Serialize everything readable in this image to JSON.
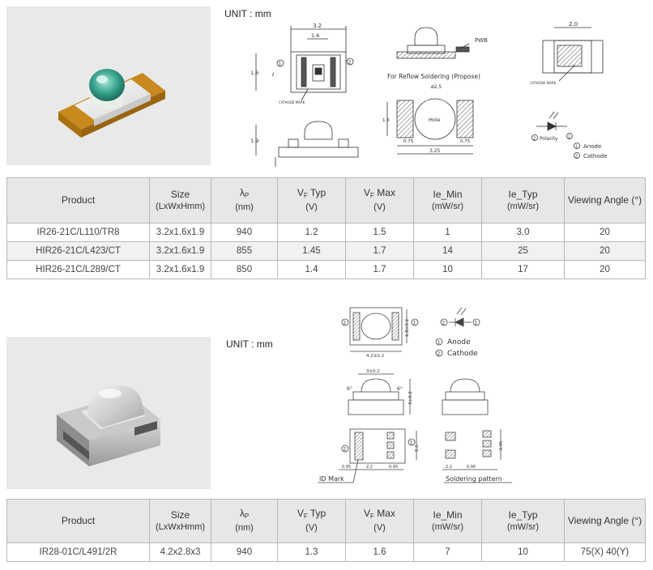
{
  "section1": {
    "unit_label": "UNIT : mm",
    "drawing": {
      "dim_length": "3.2",
      "dim_inner": "1.6",
      "dim_height_side": "1.6",
      "dim_height_front": "1.9",
      "dim_width_right": "2.0",
      "cathode_mark_label": "CATHODE MARK",
      "pwb_label": "PWB",
      "reflow_label": "For Reflow Soldering (Propose)",
      "hole_diameter": "ø2.5",
      "hole_label": "Hole",
      "pad_dim_left": "0.75",
      "pad_dim_right": "0.75",
      "pad_dim_total": "3.25",
      "pad_height": "1.6",
      "polarity_label": "Polarity",
      "anode_label": "Anode",
      "cathode_label": "Cathode",
      "marker_1": "①",
      "marker_2": "②"
    },
    "table": {
      "headers": {
        "product": "Product",
        "size": "Size",
        "size_unit": "(LxWxHmm)",
        "lambda": "λ",
        "lambda_sub": "P",
        "lambda_unit": "(nm)",
        "vf_typ": "V",
        "vf_typ_sub": "F",
        "vf_typ_label": " Typ",
        "vf_typ_unit": "(V)",
        "vf_max": "V",
        "vf_max_sub": "F",
        "vf_max_label": " Max",
        "vf_max_unit": "(V)",
        "ie_min": "Ie_Min",
        "ie_min_unit": "(mW/sr)",
        "ie_typ": "Ie_Typ",
        "ie_typ_unit": "(mW/sr)",
        "angle": "Viewing Angle (°)"
      },
      "rows": [
        {
          "product": "IR26-21C/L110/TR8",
          "size": "3.2x1.6x1.9",
          "lambda": "940",
          "vf_typ": "1.2",
          "vf_max": "1.5",
          "ie_min": "1",
          "ie_typ": "3.0",
          "angle": "20"
        },
        {
          "product": "HIR26-21C/L423/CT",
          "size": "3.2x1.6x1.9",
          "lambda": "855",
          "vf_typ": "1.45",
          "vf_max": "1.7",
          "ie_min": "14",
          "ie_typ": "25",
          "angle": "20"
        },
        {
          "product": "HIR26-21C/L289/CT",
          "size": "3.2x1.6x1.9",
          "lambda": "850",
          "vf_typ": "1.4",
          "vf_max": "1.7",
          "ie_min": "10",
          "ie_typ": "17",
          "angle": "20"
        }
      ]
    }
  },
  "section2": {
    "unit_label": "UNIT : mm",
    "drawing": {
      "dim_top_width": "4.2±0.2",
      "dim_top_height": "2.8±0.2",
      "dim_front_width": "3±0.2",
      "dim_front_height": "3±0.2",
      "angle_left": "6°",
      "angle_right": "6°",
      "anode_label": "Anode",
      "cathode_label": "Cathode",
      "id_mark_label": "ID Mark",
      "soldering_label": "Soldering pattern",
      "dim_a": "0.95",
      "dim_b": "2.2",
      "dim_c": "0.95",
      "dim_d": "2.2",
      "dim_e": "0.95",
      "dim_h": "2.6",
      "marker_1": "①",
      "marker_2": "②"
    },
    "table": {
      "headers": {
        "product": "Product",
        "size": "Size",
        "size_unit": "(LxWxHmm)",
        "lambda": "λ",
        "lambda_sub": "P",
        "lambda_unit": "(nm)",
        "vf_typ": "V",
        "vf_typ_sub": "F",
        "vf_typ_label": " Typ",
        "vf_typ_unit": "(V)",
        "vf_max": "V",
        "vf_max_sub": "F",
        "vf_max_label": " Max",
        "vf_max_unit": "(V)",
        "ie_min": "Ie_Min",
        "ie_min_unit": "(mW/sr)",
        "ie_typ": "Ie_Typ",
        "ie_typ_unit": "(mW/sr)",
        "angle": "Viewing Angle (°)"
      },
      "rows": [
        {
          "product": "IR28-01C/L491/2R",
          "size": "4.2x2.8x3",
          "lambda": "940",
          "vf_typ": "1.3",
          "vf_max": "1.6",
          "ie_min": "7",
          "ie_typ": "10",
          "angle": "75(X) 40(Y)"
        }
      ]
    }
  }
}
